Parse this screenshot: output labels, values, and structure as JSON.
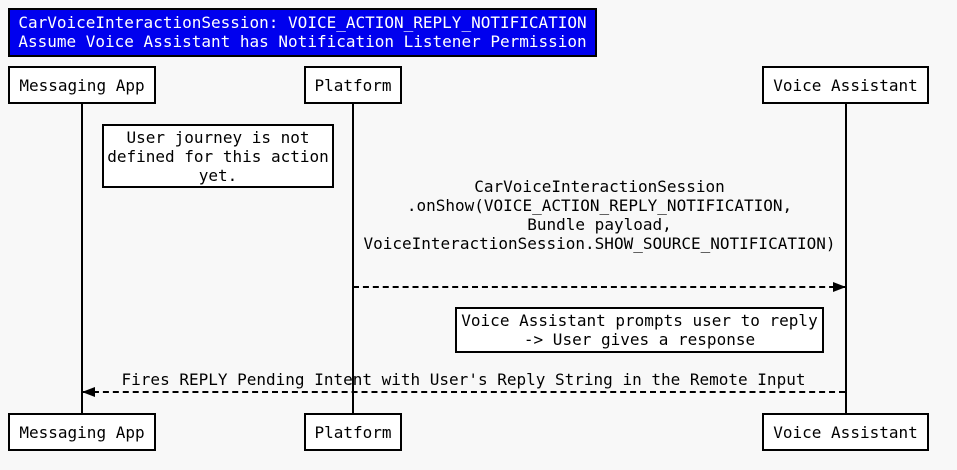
{
  "diagram": {
    "title": {
      "lines": [
        "CarVoiceInteractionSession: VOICE_ACTION_REPLY_NOTIFICATION",
        "Assume Voice Assistant has Notification Listener Permission"
      ]
    },
    "actors": [
      "Messaging App",
      "Platform",
      "Voice Assistant"
    ],
    "notes": {
      "user_journey": {
        "lines": [
          "User journey is not",
          "defined for this action",
          "yet."
        ]
      },
      "prompt_reply": {
        "lines": [
          "Voice Assistant prompts user to reply",
          "-> User gives a response"
        ]
      }
    },
    "messages": {
      "on_show": {
        "from": "Platform",
        "to": "Voice Assistant",
        "lines": [
          "CarVoiceInteractionSession",
          ".onShow(VOICE_ACTION_REPLY_NOTIFICATION,",
          "Bundle payload,",
          "VoiceInteractionSession.SHOW_SOURCE_NOTIFICATION)"
        ]
      },
      "fires_reply": {
        "from": "Voice Assistant",
        "to": "Messaging App",
        "lines": [
          "Fires REPLY Pending Intent with User's Reply String in the Remote Input"
        ]
      }
    },
    "colors": {
      "title_bg": "#0000EE",
      "title_text": "#FFFFFF",
      "stroke": "#000000",
      "box_fill": "#FFFFFF",
      "page_bg": "#F8F8F8"
    }
  }
}
